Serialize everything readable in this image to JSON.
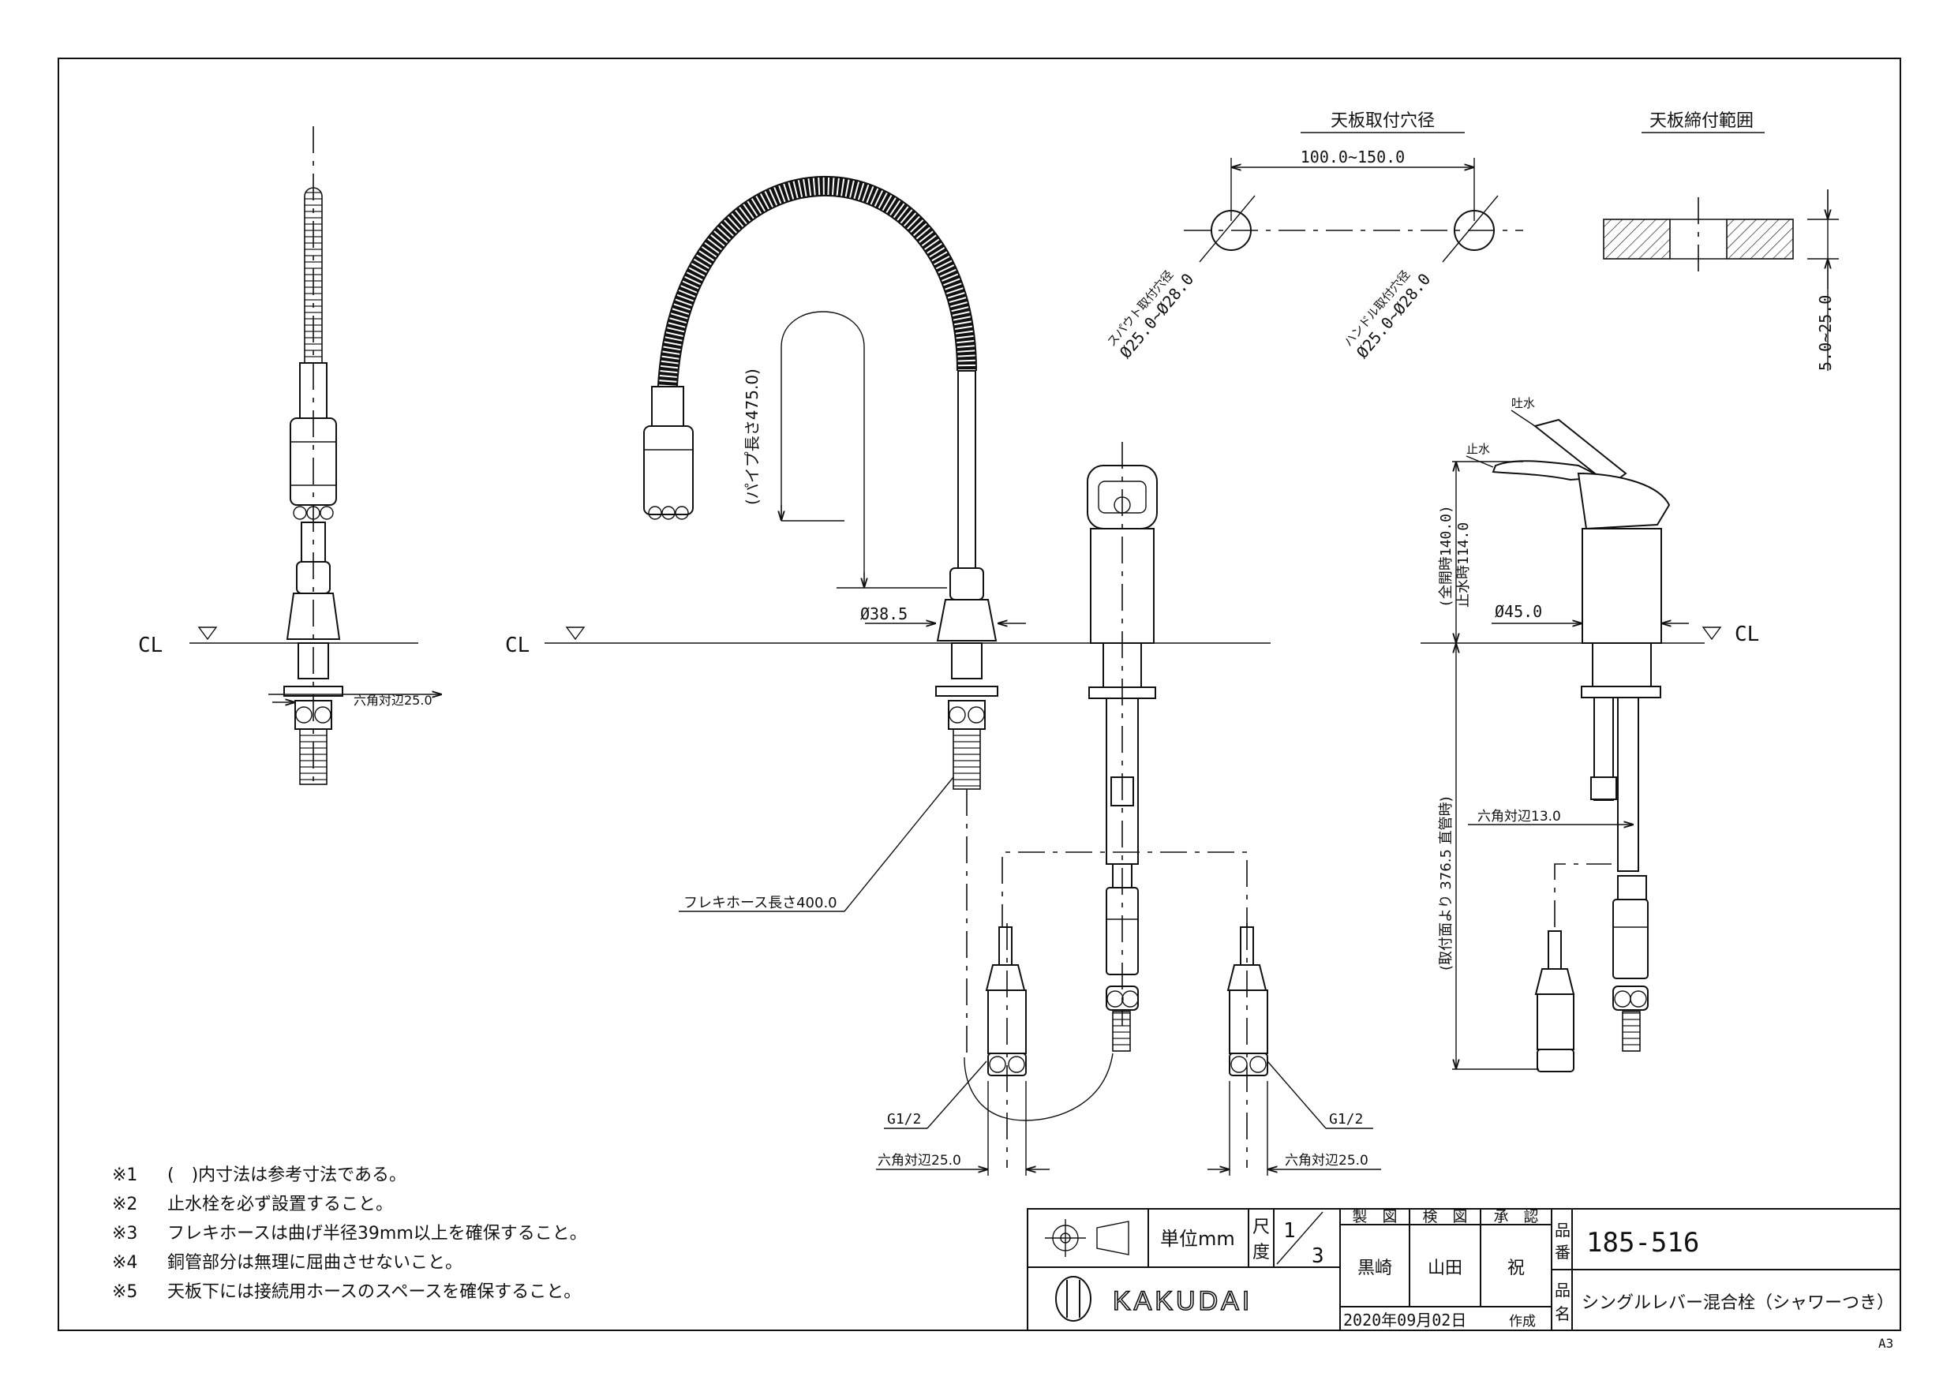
{
  "drawing": {
    "top_view_labels": {
      "mount_hole_title": "天板取付穴径",
      "clamp_range_title": "天板締付範囲",
      "hole_spacing": "100.0~150.0",
      "spout_hole_label": "スパウト取付穴径",
      "spout_hole_dia": "Ø25.0~Ø28.0",
      "handle_hole_label": "ハンドル取付穴径",
      "handle_hole_dia": "Ø25.0~Ø28.0",
      "clamp_range": "5.0~25.0"
    },
    "centerline": "CL",
    "dimensions": {
      "hex_25_left": "六角対辺25.0",
      "pipe_length": "(パイプ長さ475.0)",
      "spout_dia": "Ø38.5",
      "flexi_hose": "フレキホース長さ400.0",
      "g_left": "G1/2",
      "g_right": "G1/2",
      "hex_25_bottom_left": "六角対辺25.0",
      "hex_25_bottom_right": "六角対辺25.0",
      "discharge": "吐水",
      "stop": "止水",
      "full_open": "(全開時140.0)",
      "stop_height": "止水時114.0",
      "handle_dia": "Ø45.0",
      "hex_13": "六角対辺13.0",
      "below_mount": "(取付面より 376.5 直管時)"
    }
  },
  "notes": [
    {
      "mark": "※1",
      "text": "(　)内寸法は参考寸法である。"
    },
    {
      "mark": "※2",
      "text": "止水栓を必ず設置すること。"
    },
    {
      "mark": "※3",
      "text": "フレキホースは曲げ半径39mm以上を確保すること。"
    },
    {
      "mark": "※4",
      "text": "銅管部分は無理に屈曲させないこと。"
    },
    {
      "mark": "※5",
      "text": "天板下には接続用ホースのスペースを確保すること。"
    }
  ],
  "title_block": {
    "unit_label": "単位mm",
    "scale_label_1": "尺",
    "scale_label_2": "度",
    "scale_num": "1",
    "scale_den": "3",
    "made_label": "製　図",
    "check_label": "検　図",
    "approve_label": "承　認",
    "made_by": "黒崎",
    "checked_by": "山田",
    "approved_by": "祝",
    "code_label_1": "品",
    "code_label_2": "番",
    "code": "185-516",
    "name_label_1": "品",
    "name_label_2": "名",
    "product_name": "シングルレバー混合栓（シャワーつき）",
    "brand": "KAKUDAI",
    "date": "2020年09月02日",
    "created": "作成"
  },
  "sheet_size": "A3"
}
